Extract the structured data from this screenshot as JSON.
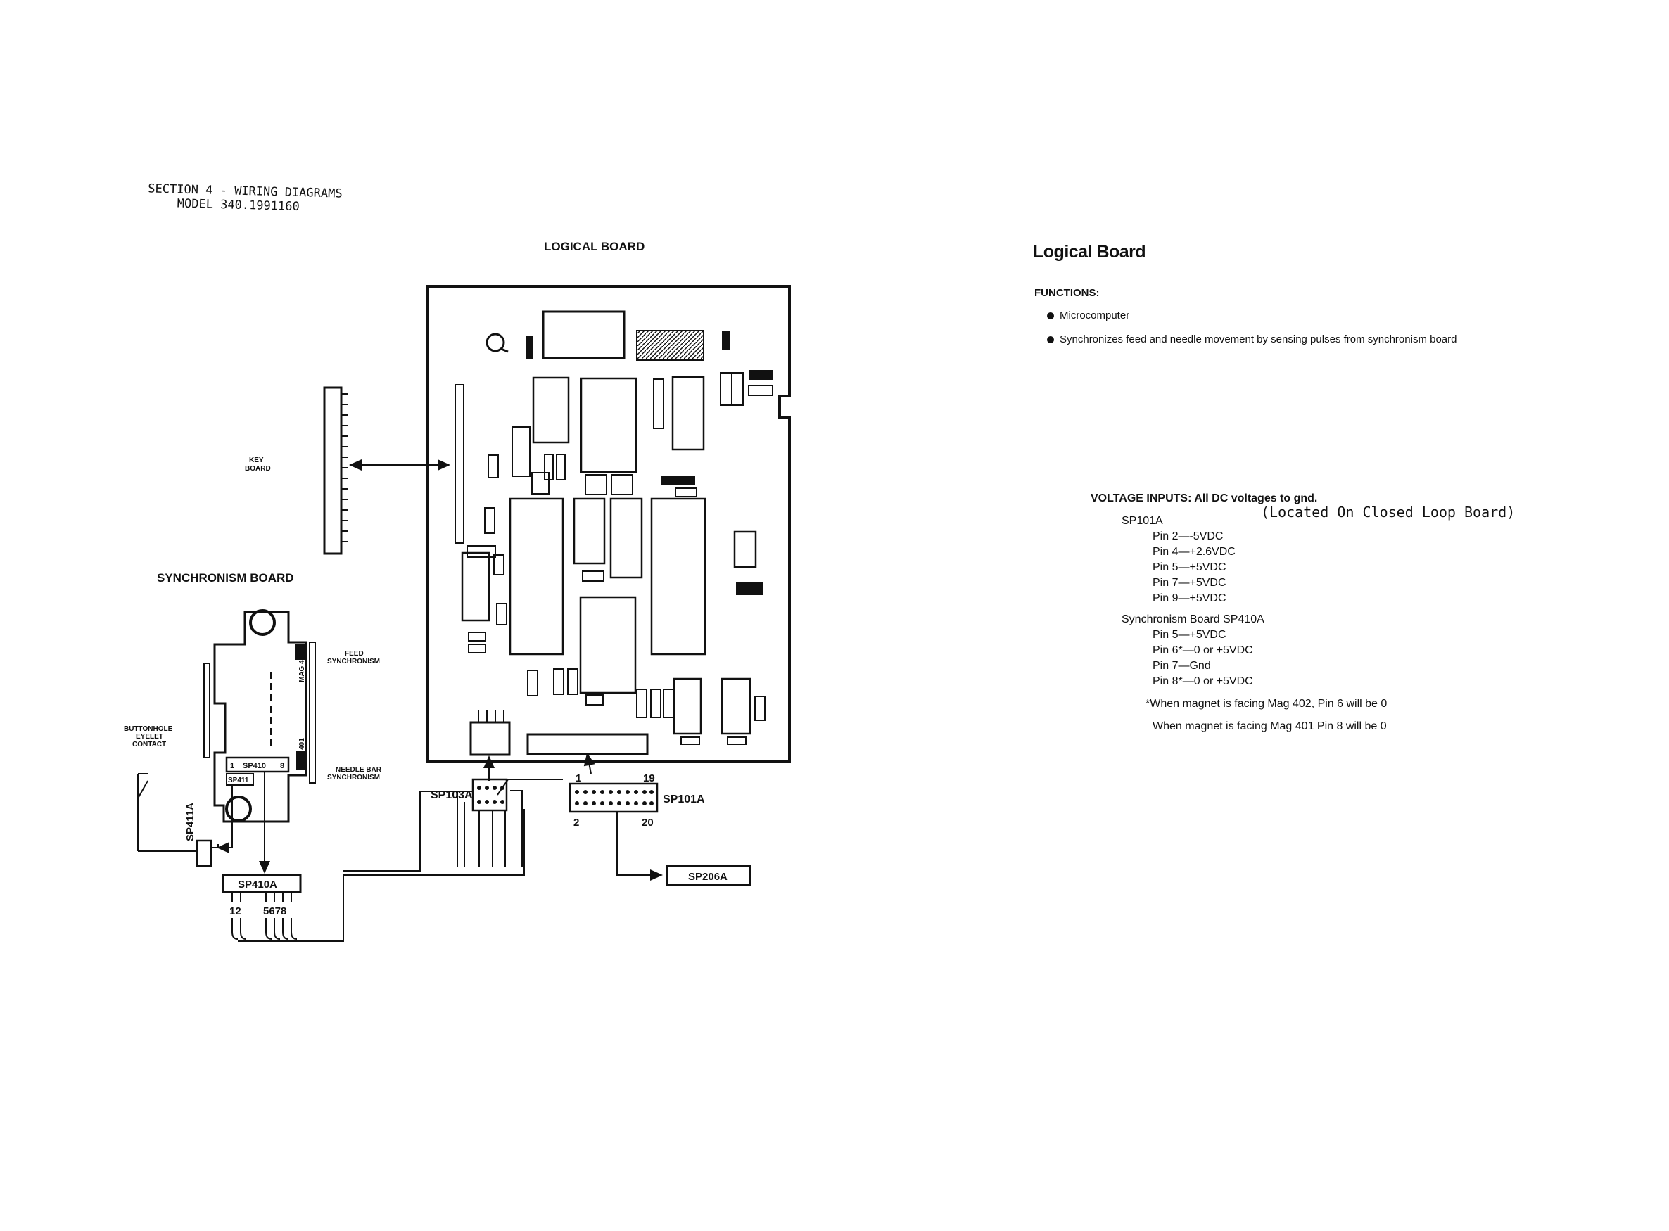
{
  "header": {
    "line1": "SECTION 4 - WIRING DIAGRAMS",
    "line2": "MODEL 340.1991160"
  },
  "diagram_labels": {
    "logical_board": "LOGICAL BOARD",
    "key_board_1": "KEY",
    "key_board_2": "BOARD",
    "synchronism_board": "SYNCHRONISM BOARD",
    "feed_sync_1": "FEED",
    "feed_sync_2": "SYNCHRONISM",
    "needle_sync_1": "NEEDLE BAR",
    "needle_sync_2": "SYNCHRONISM",
    "buttonhole_1": "BUTTONHOLE",
    "buttonhole_2": "EYELET",
    "buttonhole_3": "CONTACT",
    "mag402": "MAG 402",
    "mag401": "MAG 401",
    "sp410_inner": "SP410",
    "sp410_pin1": "1",
    "sp410_pin8": "8",
    "sp411": "SP411",
    "sp411a": "SP411A",
    "sp410a": "SP410A",
    "sp410a_pins_left": "12",
    "sp410a_pins_right": "5678",
    "sp103a": "SP103A",
    "sp101a": "SP101A",
    "sp101a_pin1": "1",
    "sp101a_pin19": "19",
    "sp101a_pin2": "2",
    "sp101a_pin20": "20",
    "sp206a": "SP206A"
  },
  "right_panel": {
    "title": "Logical Board",
    "functions_label": "FUNCTIONS:",
    "functions": [
      "Microcomputer",
      "Synchronizes feed and needle movement by sensing pulses from synchronism board"
    ],
    "voltage_title": "VOLTAGE INPUTS: All DC voltages to gnd.",
    "voltage_note": "(Located On Closed Loop Board)",
    "sp101a_heading": "SP101A",
    "sp101a_pins": [
      "Pin 2—-5VDC",
      "Pin 4—+2.6VDC",
      "Pin 5—+5VDC",
      "Pin 7—+5VDC",
      "Pin 9—+5VDC"
    ],
    "sync_heading": "Synchronism Board SP410A",
    "sync_pins": [
      "Pin 5—+5VDC",
      "Pin 6*—0 or +5VDC",
      "Pin 7—Gnd",
      "Pin 8*—0 or +5VDC"
    ],
    "footnote_1": "*When magnet is facing Mag 402, Pin 6 will be 0",
    "footnote_2": "When magnet is facing Mag 401 Pin 8 will be 0"
  }
}
